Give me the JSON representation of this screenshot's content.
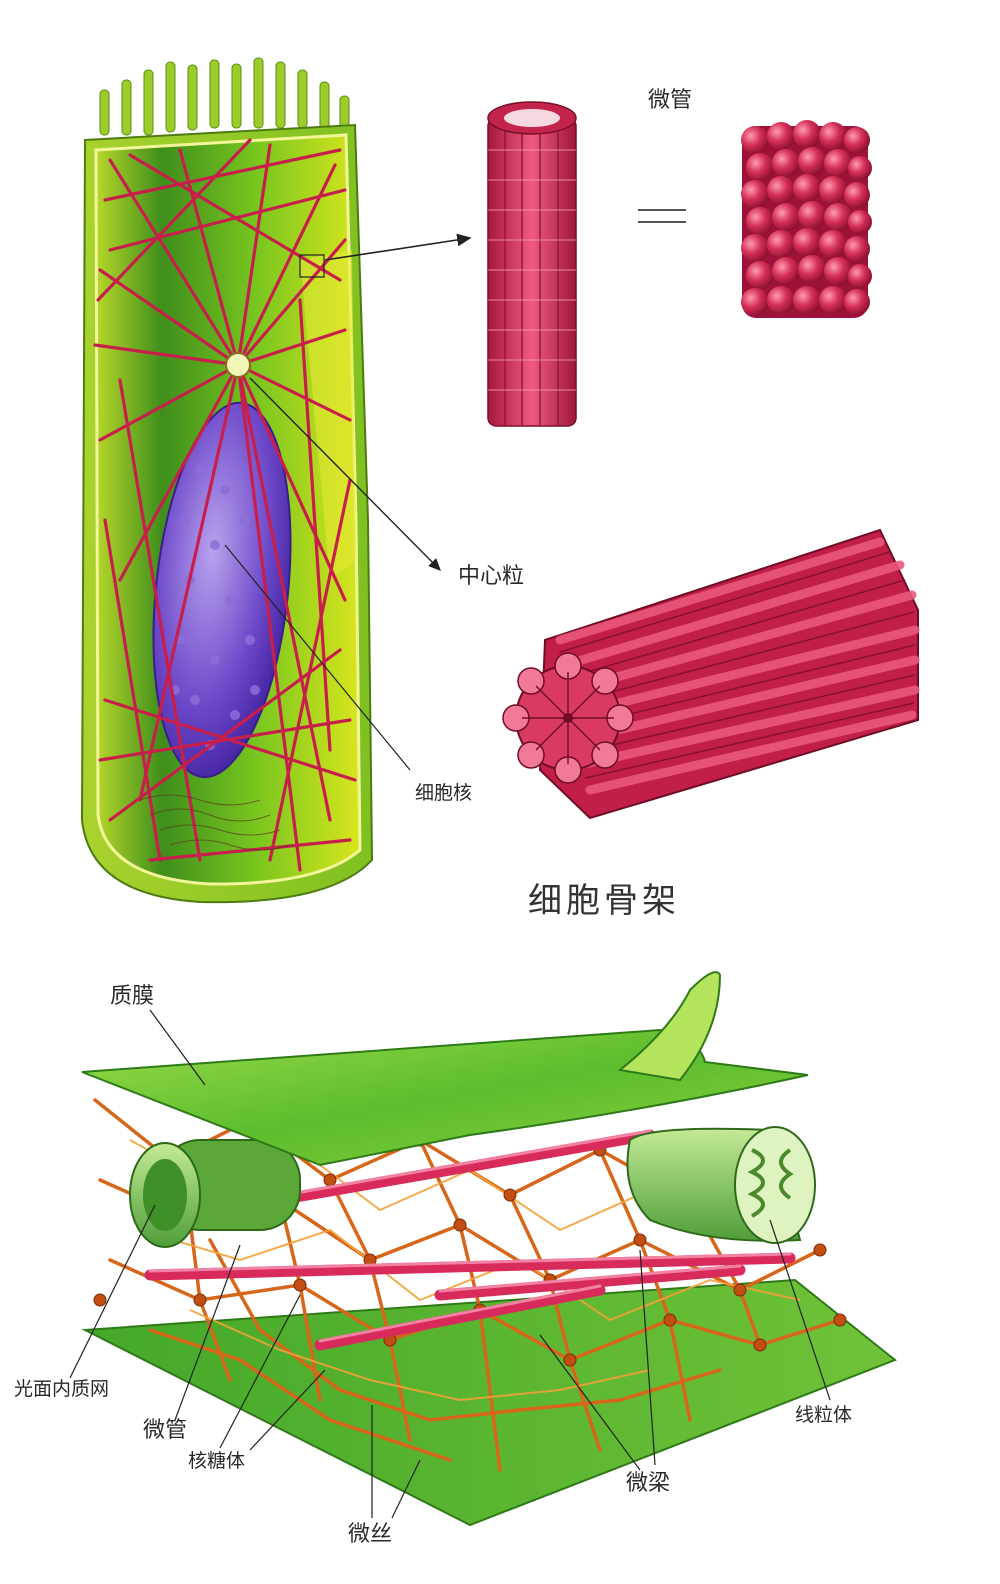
{
  "title": "细胞骨架",
  "labels": {
    "microtubule_top": "微管",
    "centriole": "中心粒",
    "nucleus": "细胞核",
    "plasma_membrane": "质膜",
    "smooth_er": "光面内质网",
    "microtubule_bottom": "微管",
    "ribosome": "核糖体",
    "microfilament": "微丝",
    "microtrabecula": "微梁",
    "mitochondrion": "线粒体"
  },
  "colors": {
    "cell_green": "#7cc520",
    "cell_yellow": "#d8e820",
    "microtubule_red": "#c8204a",
    "nucleus_purple": "#6a45c8",
    "network_orange": "#d8661a",
    "sheet_green": "#4fb82a"
  }
}
